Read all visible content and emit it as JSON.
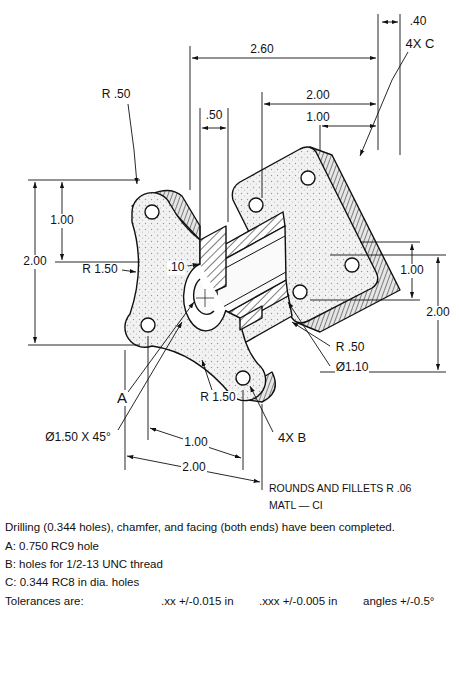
{
  "diagram": {
    "labels": [
      "2.60",
      ".40",
      "2.00",
      "1.00",
      ".50",
      "4X C",
      "R .50",
      "1.00",
      "2.00",
      "R 1.50",
      ".10",
      "1.00",
      "2.00",
      "R .50",
      "Ø1.10",
      "A",
      "R 1.50",
      "4X B",
      "Ø1.50 X 45°",
      "1.00",
      "2.00",
      "ROUNDS AND FILLETS R .06",
      "MATL — CI",
      "Drilling (0.344 holes), chamfer, and facing (both ends) have been completed.",
      "A: 0.750 RC9 hole",
      "B: holes for 1/2-13 UNC thread",
      "C: 0.344 RC8 in dia. holes",
      "Tolerances are:",
      ".xx +/-0.015 in",
      ".xxx +/-0.005 in",
      "angles +/-0.5°"
    ]
  }
}
